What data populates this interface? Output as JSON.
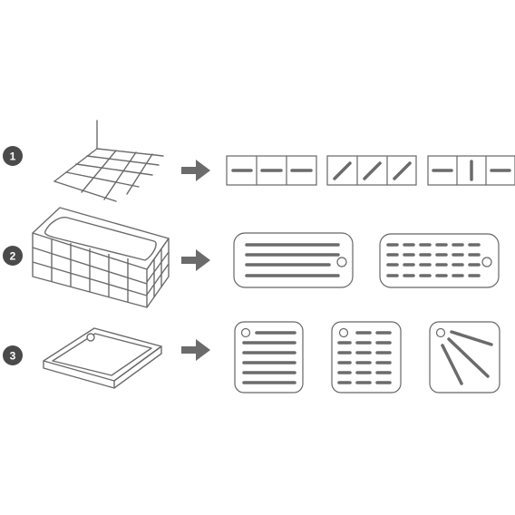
{
  "rows": [
    {
      "step": "1",
      "surface": "floor-tiles",
      "arrow": "right",
      "patterns": [
        "tiles-horizontal",
        "tiles-diagonal",
        "tiles-mixed"
      ]
    },
    {
      "step": "2",
      "surface": "bathtub",
      "arrow": "right",
      "patterns": [
        "tub-lines",
        "tub-dashes"
      ]
    },
    {
      "step": "3",
      "surface": "shower-tray",
      "arrow": "right",
      "patterns": [
        "tray-lines",
        "tray-dashes",
        "tray-radial"
      ]
    }
  ],
  "colors": {
    "stroke": "#555555",
    "fill": "#6b6b6b",
    "badge": "#4a4a4a",
    "background": "#ffffff"
  }
}
